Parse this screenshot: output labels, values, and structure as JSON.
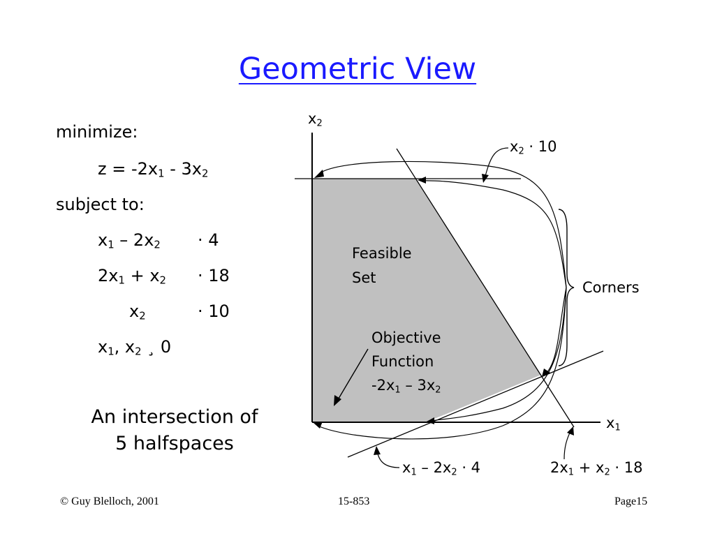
{
  "slide": {
    "title": "Geometric View"
  },
  "problem": {
    "minimize_label": "minimize:",
    "objective": {
      "z": "z = -2x",
      "s1": "1",
      "mid": " - 3x",
      "s2": "2"
    },
    "subject_to_label": "subject to:",
    "constraints": [
      {
        "lhs_a": "x",
        "s1": "1",
        "lhs_b": " – 2x",
        "s2": "2",
        "rel": "· 4"
      },
      {
        "lhs_a": "2x",
        "s1": "1",
        "lhs_b": " + x",
        "s2": "2",
        "rel": "· 18"
      },
      {
        "lhs_a": "x",
        "s1": "2",
        "rel": "· 10"
      },
      {
        "lhs_a": "x",
        "s1": "1",
        "lhs_b": ", x",
        "s2": "2",
        "rel": "¸ 0"
      }
    ],
    "summary_line1": "An intersection of",
    "summary_line2": "5 halfspaces"
  },
  "diagram": {
    "axis_y_label": {
      "v": "x",
      "s": "2"
    },
    "axis_x_label": {
      "v": "x",
      "s": "1"
    },
    "feasible_label_1": "Feasible",
    "feasible_label_2": "Set",
    "objective_label_1": "Objective",
    "objective_label_2": "Function",
    "objective_label_3": {
      "a": "-2x",
      "s1": "1",
      "b": " – 3x",
      "s2": "2"
    },
    "corners_label": "Corners",
    "line_labels": {
      "top": {
        "a": "x",
        "s1": "2",
        "b": " · 10"
      },
      "bottom_left": {
        "a": "x",
        "s1": "1",
        "b": " – 2x",
        "s2": "2",
        "c": " · 4"
      },
      "bottom_right": {
        "a": "2x",
        "s1": "1",
        "b": " + x",
        "s2": "2",
        "c": " · 18"
      }
    },
    "colors": {
      "feasible_fill": "#c0c0c0",
      "lines": "#000000",
      "title": "#1a1aff"
    }
  },
  "footer": {
    "left": "© Guy Blelloch, 2001",
    "center": "15-853",
    "right": "Page15"
  }
}
